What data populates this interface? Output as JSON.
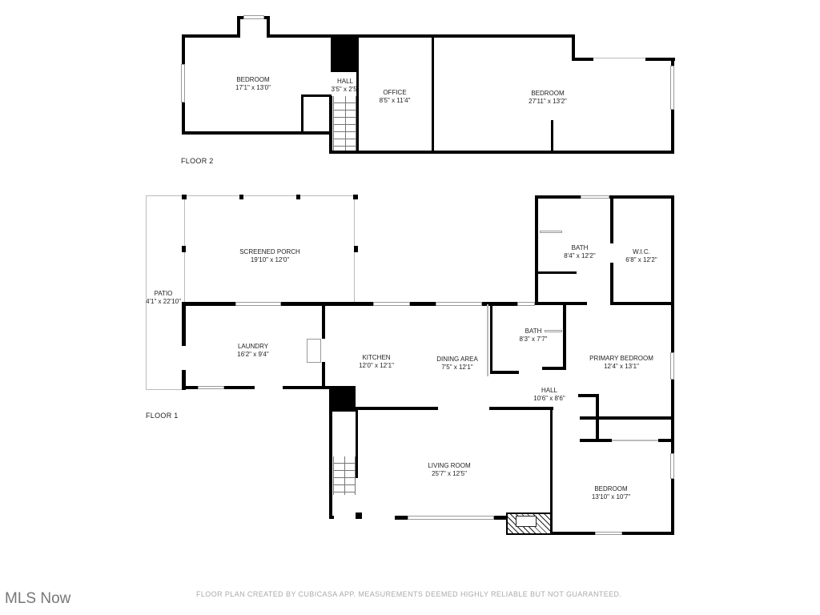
{
  "floors": [
    {
      "label": "FLOOR 2",
      "rooms": [
        {
          "name": "BEDROOM",
          "dims": "17'1\" x 13'0\""
        },
        {
          "name": "HALL",
          "dims": "3'5\" x 2'5\""
        },
        {
          "name": "OFFICE",
          "dims": "8'5\" x 11'4\""
        },
        {
          "name": "BEDROOM",
          "dims": "27'11\" x 13'2\""
        }
      ]
    },
    {
      "label": "FLOOR 1",
      "rooms": [
        {
          "name": "SCREENED PORCH",
          "dims": "19'10\" x 12'0\""
        },
        {
          "name": "PATIO",
          "dims": "4'1\" x 22'10\""
        },
        {
          "name": "LAUNDRY",
          "dims": "16'2\" x 9'4\""
        },
        {
          "name": "KITCHEN",
          "dims": "12'0\" x 12'1\""
        },
        {
          "name": "DINING AREA",
          "dims": "7'5\" x 12'1\""
        },
        {
          "name": "BATH",
          "dims": "8'4\" x 12'2\""
        },
        {
          "name": "W.I.C.",
          "dims": "6'8\" x 12'2\""
        },
        {
          "name": "BATH",
          "dims": "8'3\" x 7'7\""
        },
        {
          "name": "PRIMARY BEDROOM",
          "dims": "12'4\" x 13'1\""
        },
        {
          "name": "HALL",
          "dims": "10'6\" x 8'6\""
        },
        {
          "name": "LIVING ROOM",
          "dims": "25'7\" x 12'5\""
        },
        {
          "name": "BEDROOM",
          "dims": "13'10\" x 10'7\""
        }
      ]
    }
  ],
  "footer": {
    "logo": "MLS Now",
    "disclaimer": "FLOOR PLAN CREATED BY CUBICASA APP. MEASUREMENTS DEEMED HIGHLY RELIABLE BUT NOT GUARANTEED."
  },
  "colors": {
    "wall": "#000000",
    "text": "#222222",
    "disclaimer": "#aaaaaa",
    "logo": "#777777"
  }
}
